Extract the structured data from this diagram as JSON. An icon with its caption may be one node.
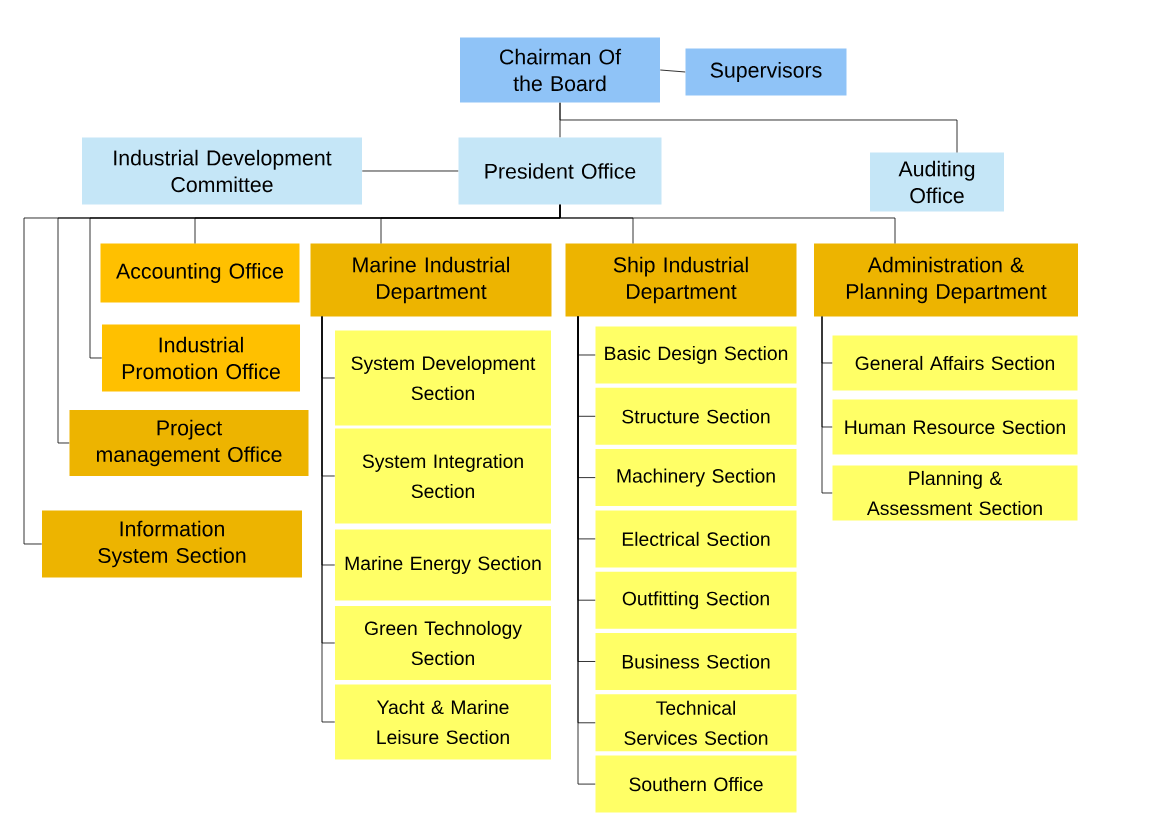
{
  "diagram": {
    "nodes": [
      {
        "text": [
          "Chairman Of the Board"
        ]
      },
      {
        "text": [
          "Supervisors"
        ]
      },
      {
        "text": [
          "Industrial Development Committee"
        ]
      },
      {
        "text": [
          "President Office"
        ]
      },
      {
        "text": [
          "Auditing Office"
        ]
      },
      {
        "text": [
          "Accounting Office"
        ]
      },
      {
        "text": [
          "Marine Industrial Department"
        ]
      },
      {
        "text": [
          "Ship Industrial Department"
        ]
      },
      {
        "text": [
          "Administration & Planning Department"
        ]
      },
      {
        "text": [
          "Industrial Promotion Office"
        ]
      },
      {
        "text": [
          "Project management Office"
        ]
      },
      {
        "text": [
          "Information System Section"
        ]
      },
      {
        "text": [
          "System Development Section"
        ]
      },
      {
        "text": [
          "System Integration Section"
        ]
      },
      {
        "text": [
          "Marine Energy Section"
        ]
      },
      {
        "text": [
          "Green Technology Section"
        ]
      },
      {
        "text": [
          "Yacht & Marine Leisure Section"
        ]
      },
      {
        "text": [
          "Basic Design Section"
        ]
      },
      {
        "text": [
          "Structure Section"
        ]
      },
      {
        "text": [
          "Machinery Section"
        ]
      },
      {
        "text": [
          "Electrical Section"
        ]
      },
      {
        "text": [
          "Outfitting Section"
        ]
      },
      {
        "text": [
          "Business Section"
        ]
      },
      {
        "text": [
          "Technical Services Section"
        ]
      },
      {
        "text": [
          "Southern Office"
        ]
      },
      {
        "text": [
          "General Affairs Section"
        ]
      },
      {
        "text": [
          "Human Resource Section"
        ]
      },
      {
        "text": [
          "Planning & Assessment Section"
        ]
      }
    ],
    "edges": [
      {
        "from": 0,
        "to": 1,
        "arrow": "none"
      },
      {
        "from": 0,
        "to": 3,
        "arrow": "none"
      },
      {
        "from": 0,
        "to": 4,
        "arrow": "none"
      },
      {
        "from": 2,
        "to": 3,
        "arrow": "none"
      },
      {
        "from": 3,
        "to": 5,
        "arrow": "none"
      },
      {
        "from": 3,
        "to": 6,
        "arrow": "none"
      },
      {
        "from": 3,
        "to": 7,
        "arrow": "none"
      },
      {
        "from": 3,
        "to": 8,
        "arrow": "none"
      },
      {
        "from": 3,
        "to": 9,
        "arrow": "none"
      },
      {
        "from": 3,
        "to": 10,
        "arrow": "none"
      },
      {
        "from": 3,
        "to": 11,
        "arrow": "none"
      },
      {
        "from": 6,
        "to": 12,
        "arrow": "none"
      },
      {
        "from": 6,
        "to": 13,
        "arrow": "none"
      },
      {
        "from": 6,
        "to": 14,
        "arrow": "none"
      },
      {
        "from": 6,
        "to": 15,
        "arrow": "none"
      },
      {
        "from": 6,
        "to": 16,
        "arrow": "none"
      },
      {
        "from": 7,
        "to": 17,
        "arrow": "none"
      },
      {
        "from": 7,
        "to": 18,
        "arrow": "none"
      },
      {
        "from": 7,
        "to": 19,
        "arrow": "none"
      },
      {
        "from": 7,
        "to": 20,
        "arrow": "none"
      },
      {
        "from": 7,
        "to": 21,
        "arrow": "none"
      },
      {
        "from": 7,
        "to": 22,
        "arrow": "none"
      },
      {
        "from": 7,
        "to": 23,
        "arrow": "none"
      },
      {
        "from": 7,
        "to": 24,
        "arrow": "none"
      },
      {
        "from": 8,
        "to": 25,
        "arrow": "none"
      },
      {
        "from": 8,
        "to": 26,
        "arrow": "none"
      },
      {
        "from": 8,
        "to": 27,
        "arrow": "none"
      }
    ]
  }
}
